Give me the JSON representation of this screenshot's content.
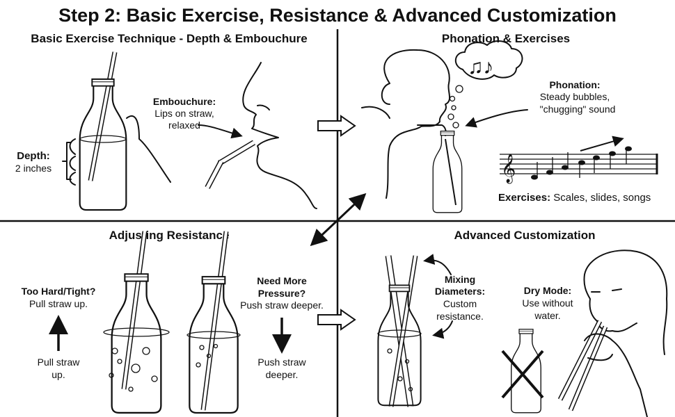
{
  "title": "Step 2: Basic Exercise, Resistance & Advanced Customization",
  "panels": {
    "basic": {
      "heading": "Basic Exercise Technique - Depth & Embouchure",
      "depth_label": "Depth:",
      "depth_value": "2 inches",
      "embouchure_label": "Embouchure:",
      "embouchure_line1": "Lips on straw,",
      "embouchure_line2": "relaxed"
    },
    "phonation": {
      "heading": "Phonation & Exercises",
      "phonation_label": "Phonation:",
      "phonation_line1": "Steady bubbles,",
      "phonation_line2": "\"chugging\" sound",
      "exercises_label": "Exercises:",
      "exercises_text": "Scales, slides, songs"
    },
    "resistance": {
      "heading": "Adjusting Resistance",
      "too_hard_label": "Too Hard/Tight?",
      "too_hard_text": "Pull straw up.",
      "pull_line1": "Pull straw",
      "pull_line2": "up.",
      "need_more_line1": "Need More",
      "need_more_line2": "Pressure?",
      "need_more_text": "Push straw deeper.",
      "push_line1": "Push straw",
      "push_line2": "deeper."
    },
    "advanced": {
      "heading": "Advanced Customization",
      "mixing_line1": "Mixing",
      "mixing_line2": "Diameters:",
      "mixing_text1": "Custom",
      "mixing_text2": "resistance.",
      "dry_label": "Dry Mode:",
      "dry_line1": "Use without",
      "dry_line2": "water."
    }
  }
}
